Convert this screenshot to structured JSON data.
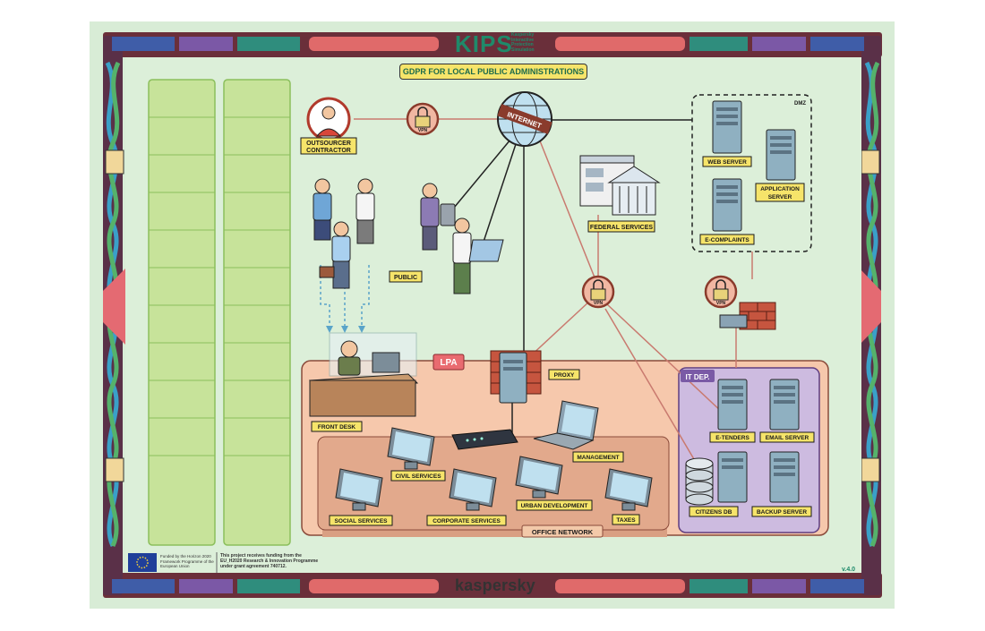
{
  "header": {
    "logo": "KIPS",
    "logo_sub": [
      "Kaspersky",
      "Interactive",
      "Protection",
      "Simulation"
    ],
    "title": "GDPR FOR LOCAL PUBLIC ADMINISTRATIONS"
  },
  "labels": {
    "outsourcer": [
      "OUTSOURCER",
      "CONTRACTOR"
    ],
    "internet": "INTERNET",
    "vpn": "VPN",
    "dmz": "DMZ",
    "web_server": "WEB SERVER",
    "application_server": [
      "APPLICATION",
      "SERVER"
    ],
    "e_complaints": "E-COMPLAINTS",
    "federal_services": "FEDERAL SERVICES",
    "public": "PUBLIC",
    "lpa": "LPA",
    "proxy": "PROXY",
    "front_desk": "FRONT DESK",
    "it_dep": "IT DEP.",
    "e_tenders": "E-TENDERS",
    "email_server": "EMAIL SERVER",
    "citizens_db": "CITIZENS DB",
    "backup_server": "BACKUP SERVER",
    "management": "MANAGEMENT",
    "civil_services": "CIVIL SERVICES",
    "social_services": "SOCIAL SERVICES",
    "corporate_services": "CORPORATE SERVICES",
    "urban_development": "URBAN DEVELOPMENT",
    "taxes": "TAXES",
    "office_network": "OFFICE NETWORK"
  },
  "footer": {
    "eu_funding": [
      "Funded by the Horizon 2020",
      "Framework Programme of the",
      "European Union"
    ],
    "grant": [
      "This project receives funding from the",
      "EU_H2020 Research & Innovation Programme",
      "under grant agreement 740712."
    ],
    "brand": "kaspersky",
    "version": "v.4.0"
  },
  "colors": {
    "board_bg": "#d8ecd6",
    "accent_green": "#1f8a6a",
    "tag_yellow": "#f6e46a",
    "lpa_zone": "#f6c8ac",
    "it_zone": "#cdbbe0",
    "card_slot": "#c7e39a",
    "link_red": "#c97a6f"
  }
}
